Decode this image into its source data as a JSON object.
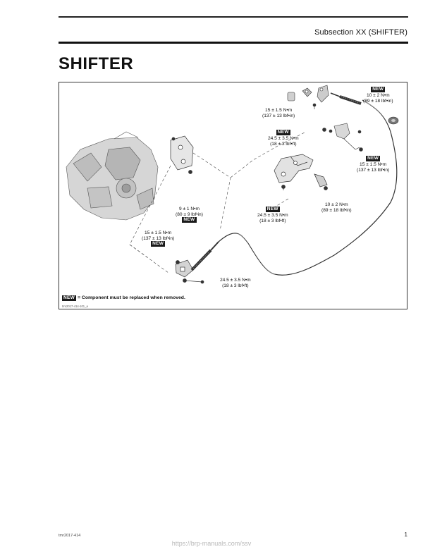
{
  "header": {
    "subsection": "Subsection XX (SHIFTER)"
  },
  "title": "SHIFTER",
  "figure": {
    "callouts": {
      "c1": {
        "badge": "NEW",
        "v1": "10 ± 2 N•m",
        "v2": "(89 ± 18 lbf•in)"
      },
      "c2": {
        "v1": "15 ± 1.5 N•m",
        "v2": "(137 ± 13 lbf•in)"
      },
      "c3": {
        "badge": "NEW",
        "v1": "24.5 ± 3.5 N•m",
        "v2": "(18 ± 3 lbf•ft)"
      },
      "c4": {
        "badge": "NEW",
        "v1": "15 ± 1.5 N•m",
        "v2": "(137 ± 13 lbf•in)"
      },
      "c5": {
        "v1": "10 ± 2 N•m",
        "v2": "(89 ± 18 lbf•in)"
      },
      "c6": {
        "badge": "NEW",
        "v1": "24.5 ± 3.5 N•m",
        "v2": "(18 ± 3 lbf•ft)"
      },
      "c7": {
        "v1": "9 ± 1 N•m",
        "v2": "(80 ± 9 lbf•in)",
        "badge": "NEW"
      },
      "c8": {
        "v1": "15 ± 1.5 N•m",
        "v2": "(137 ± 13 lbf•in)",
        "badge": "NEW"
      },
      "c9": {
        "v1": "24.5 ± 3.5 N•m",
        "v2": "(18 ± 3 lbf•ft)"
      }
    },
    "legend": {
      "badge": "NEW",
      "text": "= Component must be replaced when removed."
    },
    "ref": "tmr2017-414-101_a"
  },
  "footer": {
    "doc_code": "tmr2017-414",
    "page_number": "1",
    "url": "https://brp-manuals.com/ssv"
  }
}
